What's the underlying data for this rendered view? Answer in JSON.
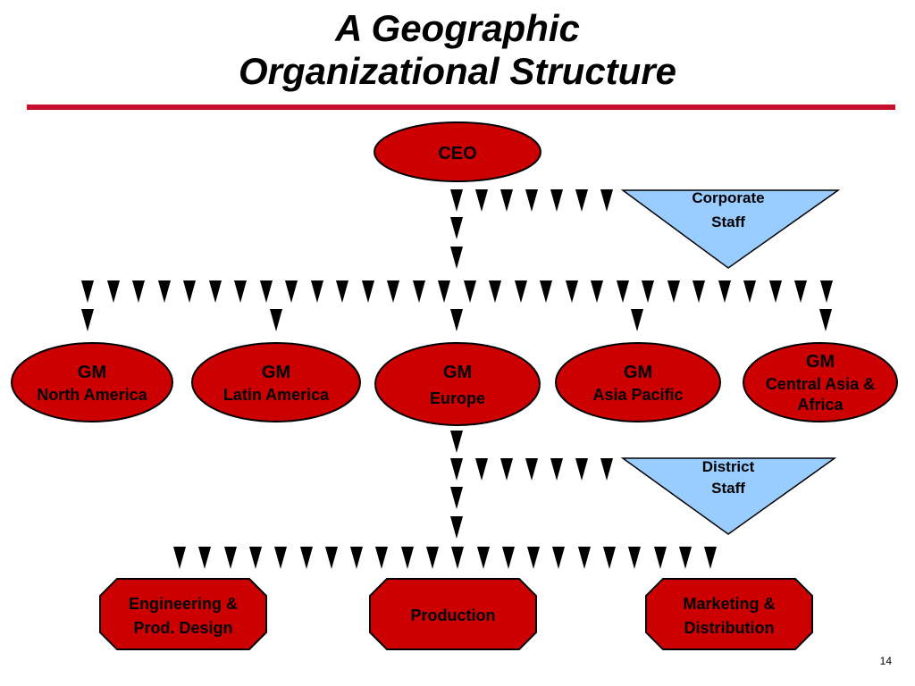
{
  "title": {
    "line1": "A  Geographic",
    "line2": "Organizational  Structure"
  },
  "colors": {
    "accent_red": "#cc0000",
    "rule_red": "#c8102e",
    "staff_blue": "#99ccff",
    "arrow": "#000000"
  },
  "ceo": {
    "label": "CEO"
  },
  "corporate_staff": {
    "line1": "Corporate",
    "line2": "Staff"
  },
  "gms": [
    {
      "title": "GM",
      "region": "North America"
    },
    {
      "title": "GM",
      "region": "Latin America"
    },
    {
      "title": "GM",
      "region": "Europe"
    },
    {
      "title": "GM",
      "region": "Asia Pacific"
    },
    {
      "title": "GM",
      "region_line1": "Central Asia &",
      "region_line2": "Africa"
    }
  ],
  "district_staff": {
    "line1": "District",
    "line2": "Staff"
  },
  "functions": [
    {
      "line1": "Engineering &",
      "line2": "Prod. Design"
    },
    {
      "line1": "Production"
    },
    {
      "line1": "Marketing &",
      "line2": "Distribution"
    }
  ],
  "page_number": "14"
}
